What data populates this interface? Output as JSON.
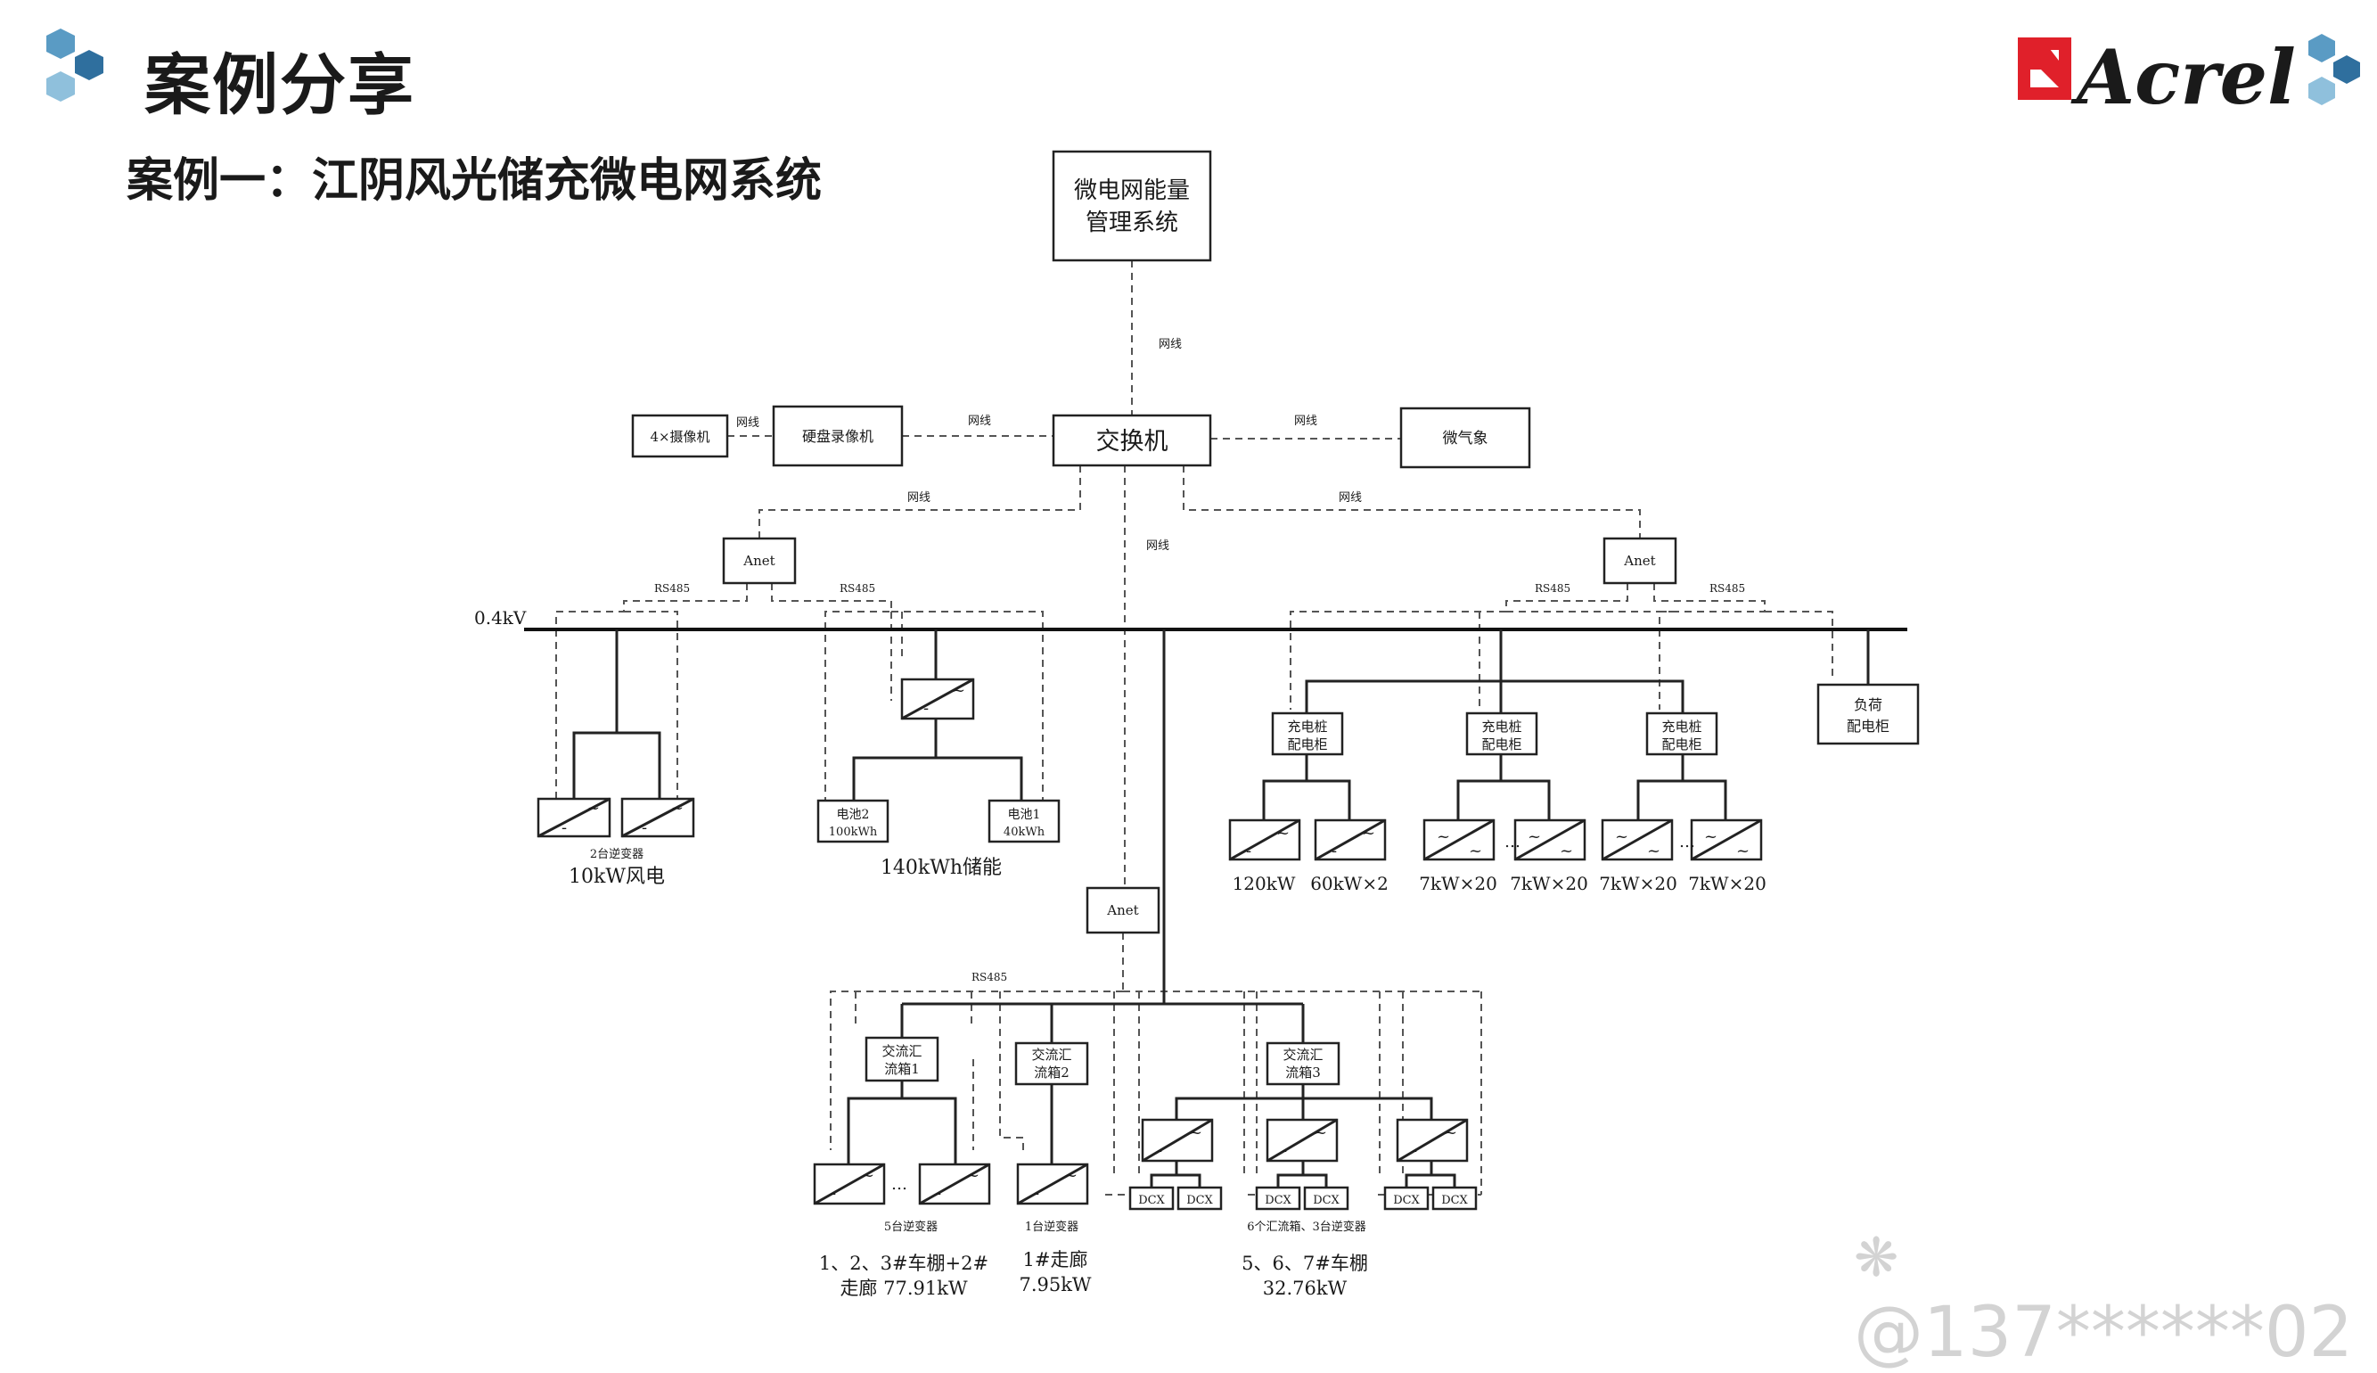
{
  "header": {
    "title": "案例分享",
    "subtitle": "案例一：江阴风光储充微电网系统"
  },
  "brand": {
    "logo_text": "Acrel",
    "accent_color": "#e0202a",
    "hex_color": "#5a9bc4"
  },
  "watermark": {
    "text": "@137******02"
  },
  "diagram": {
    "ems": [
      "微电网能量",
      "管理系统"
    ],
    "switch": "交换机",
    "camera": "4×摄像机",
    "nvr": "硬盘录像机",
    "weather": "微气象",
    "anet": "Anet",
    "net_label": "网线",
    "rs485_label": "RS485",
    "bus_label": "0.4kV",
    "wind": {
      "inverters": "2台逆变器",
      "name": "10kW风电"
    },
    "storage": {
      "battery2": [
        "电池2",
        "100kWh"
      ],
      "battery1": [
        "电池1",
        "40kWh"
      ],
      "name": "140kWh储能"
    },
    "charging": {
      "cabinet": [
        "充电桩",
        "配电柜"
      ],
      "labels": [
        "120kW",
        "60kW×2",
        "7kW×20",
        "7kW×20",
        "7kW×20",
        "7kW×20"
      ]
    },
    "load": [
      "负荷",
      "配电柜"
    ],
    "pv": {
      "box1": [
        "交流汇",
        "流箱1"
      ],
      "box2": [
        "交流汇",
        "流箱2"
      ],
      "box3": [
        "交流汇",
        "流箱3"
      ],
      "dcx": "DCX",
      "inv5": "5台逆变器",
      "inv1": "1台逆变器",
      "inv6": "6个汇流箱、3台逆变器",
      "group1": [
        "1、2、3#车棚+2#",
        "走廊  77.91kW"
      ],
      "group2": [
        "1#走廊",
        "7.95kW"
      ],
      "group3": [
        "5、6、7#车棚",
        "32.76kW"
      ]
    }
  }
}
